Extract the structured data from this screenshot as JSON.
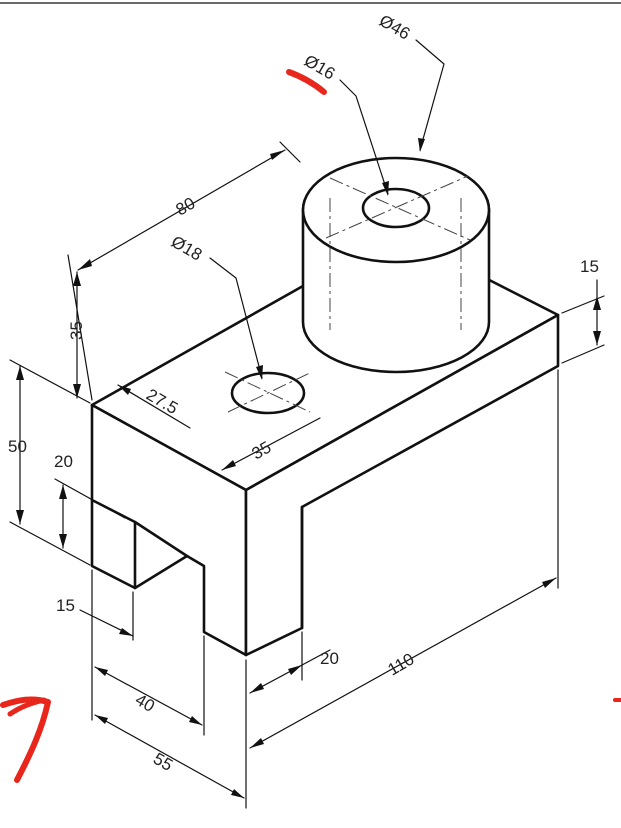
{
  "dimensions": {
    "phi46": "Ø46",
    "phi16": "Ø16",
    "phi18": "Ø18",
    "d80": "80",
    "d15_top": "15",
    "d35_left": "35",
    "d27_5": "27.5",
    "d35_center": "35",
    "d50": "50",
    "d20_left": "20",
    "d15_slot": "15",
    "d40": "40",
    "d55": "55",
    "d20_bottom": "20",
    "d110": "110"
  },
  "colors": {
    "line": "#111111",
    "annotation": "#e8261b"
  }
}
